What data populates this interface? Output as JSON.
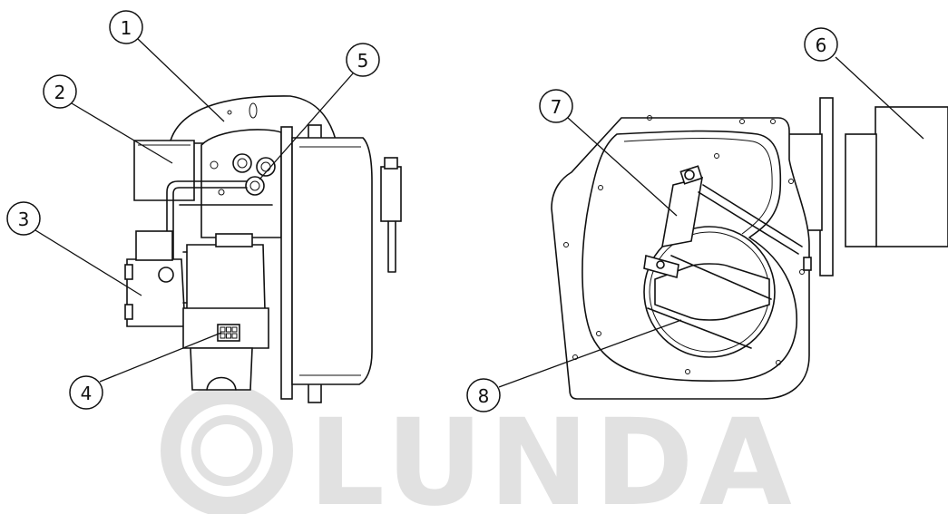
{
  "watermark": {
    "text": "LUNDA",
    "color": "#e1e1e1"
  },
  "callouts": [
    {
      "id": "1",
      "label": "1"
    },
    {
      "id": "2",
      "label": "2"
    },
    {
      "id": "3",
      "label": "3"
    },
    {
      "id": "4",
      "label": "4"
    },
    {
      "id": "5",
      "label": "5"
    },
    {
      "id": "6",
      "label": "6"
    },
    {
      "id": "7",
      "label": "7"
    },
    {
      "id": "8",
      "label": "8"
    }
  ],
  "colors": {
    "line": "#111111",
    "background": "#ffffff"
  }
}
